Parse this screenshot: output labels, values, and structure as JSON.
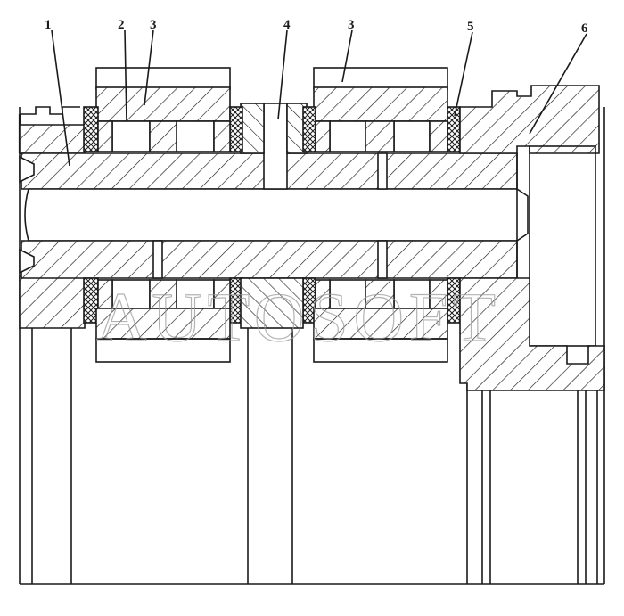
{
  "callouts": [
    {
      "id": "1",
      "label": "1"
    },
    {
      "id": "2",
      "label": "2"
    },
    {
      "id": "3a",
      "label": "3"
    },
    {
      "id": "4",
      "label": "4"
    },
    {
      "id": "3b",
      "label": "3"
    },
    {
      "id": "5",
      "label": "5"
    },
    {
      "id": "6",
      "label": "6"
    }
  ],
  "watermark": "AUTOSOFT",
  "colors": {
    "line": "#1a1a1a",
    "background": "#ffffff",
    "watermark": "#9a9a9a"
  }
}
